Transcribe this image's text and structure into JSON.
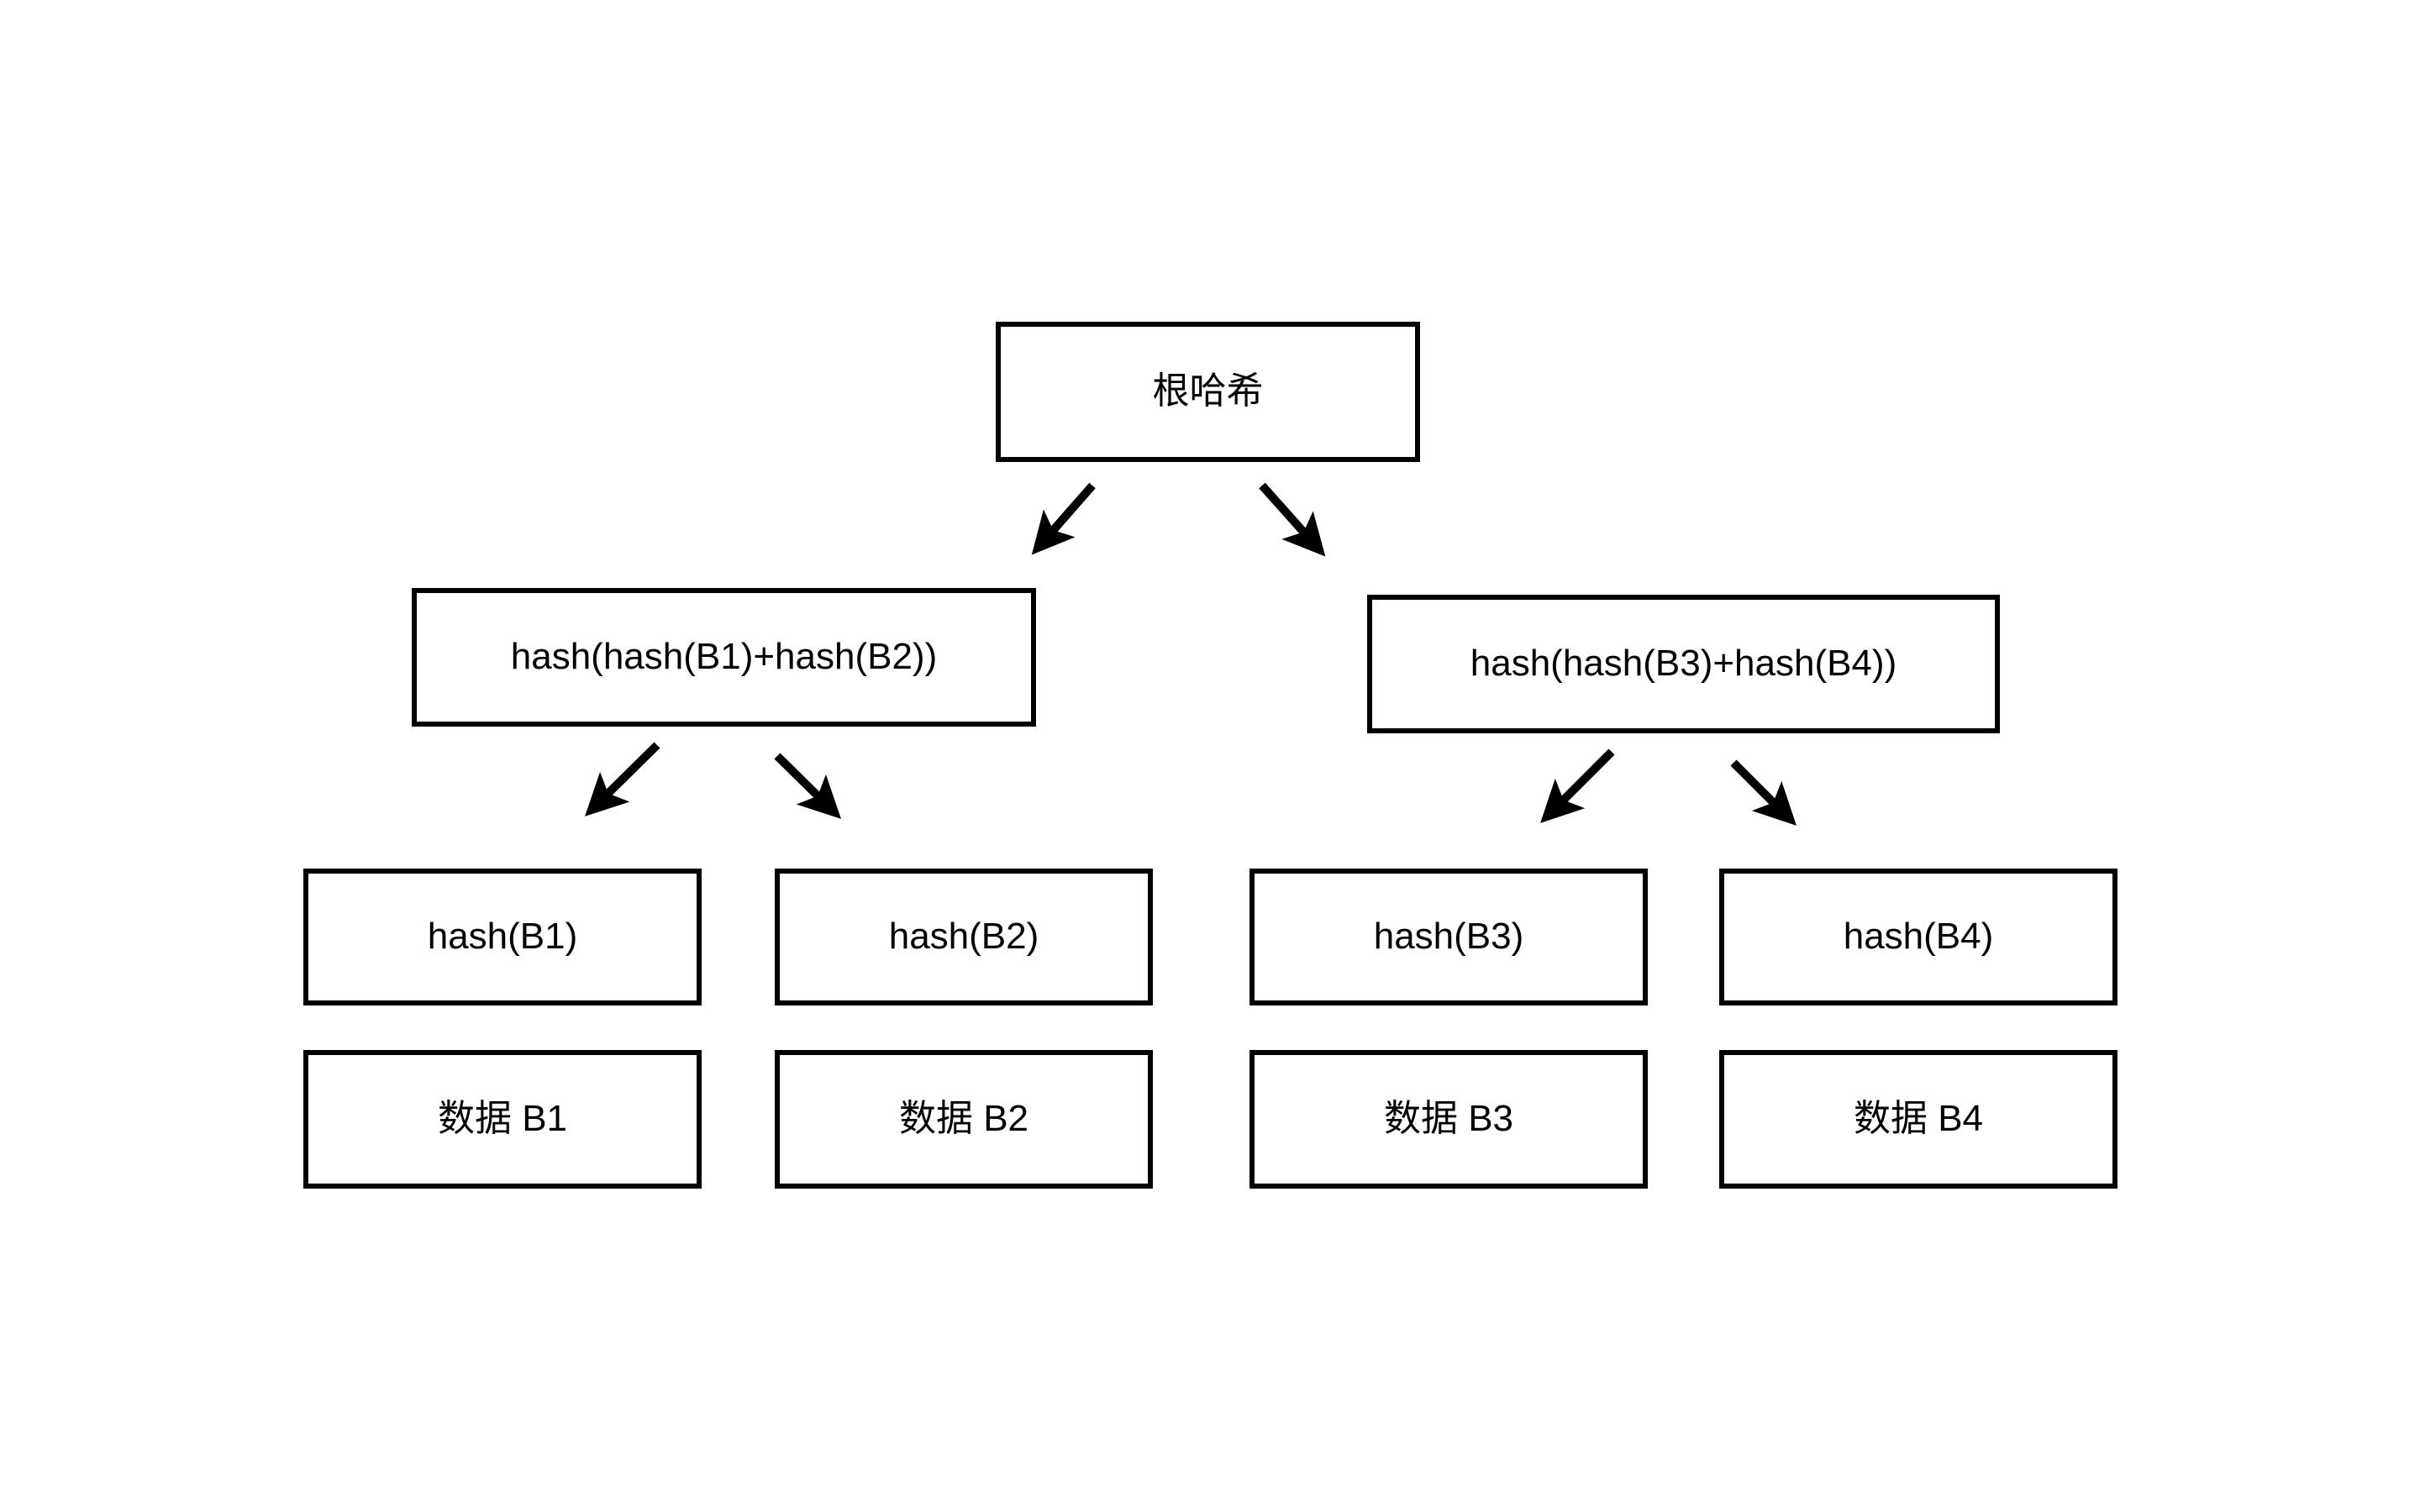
{
  "diagram": {
    "type": "merkle-tree",
    "title": "",
    "background_color": "#ffffff",
    "stroke_color": "#000000",
    "levels": [
      {
        "name": "root",
        "nodes": [
          {
            "id": "root",
            "label": "根哈希"
          }
        ]
      },
      {
        "name": "branch",
        "nodes": [
          {
            "id": "branch-left",
            "label": "hash(hash(B1)+hash(B2))"
          },
          {
            "id": "branch-right",
            "label": "hash(hash(B3)+hash(B4))"
          }
        ]
      },
      {
        "name": "leaf-hash",
        "nodes": [
          {
            "id": "hash-b1",
            "label": "hash(B1)"
          },
          {
            "id": "hash-b2",
            "label": "hash(B2)"
          },
          {
            "id": "hash-b3",
            "label": "hash(B3)"
          },
          {
            "id": "hash-b4",
            "label": "hash(B4)"
          }
        ]
      },
      {
        "name": "data-block",
        "nodes": [
          {
            "id": "data-b1",
            "label": "数据 B1"
          },
          {
            "id": "data-b2",
            "label": "数据 B2"
          },
          {
            "id": "data-b3",
            "label": "数据 B3"
          },
          {
            "id": "data-b4",
            "label": "数据 B4"
          }
        ]
      }
    ],
    "edges": [
      {
        "from": "root",
        "to": "branch-left",
        "style": "arrow"
      },
      {
        "from": "root",
        "to": "branch-right",
        "style": "arrow"
      },
      {
        "from": "branch-left",
        "to": "hash-b1",
        "style": "arrow"
      },
      {
        "from": "branch-left",
        "to": "hash-b2",
        "style": "arrow"
      },
      {
        "from": "branch-right",
        "to": "hash-b3",
        "style": "arrow"
      },
      {
        "from": "branch-right",
        "to": "hash-b4",
        "style": "arrow"
      }
    ]
  },
  "nodes": {
    "root": "根哈希",
    "branch_left": "hash(hash(B1)+hash(B2))",
    "branch_right": "hash(hash(B3)+hash(B4))",
    "hash_b1": "hash(B1)",
    "hash_b2": "hash(B2)",
    "hash_b3": "hash(B3)",
    "hash_b4": "hash(B4)",
    "data_b1": "数据 B1",
    "data_b2": "数据 B2",
    "data_b3": "数据 B3",
    "data_b4": "数据 B4"
  }
}
